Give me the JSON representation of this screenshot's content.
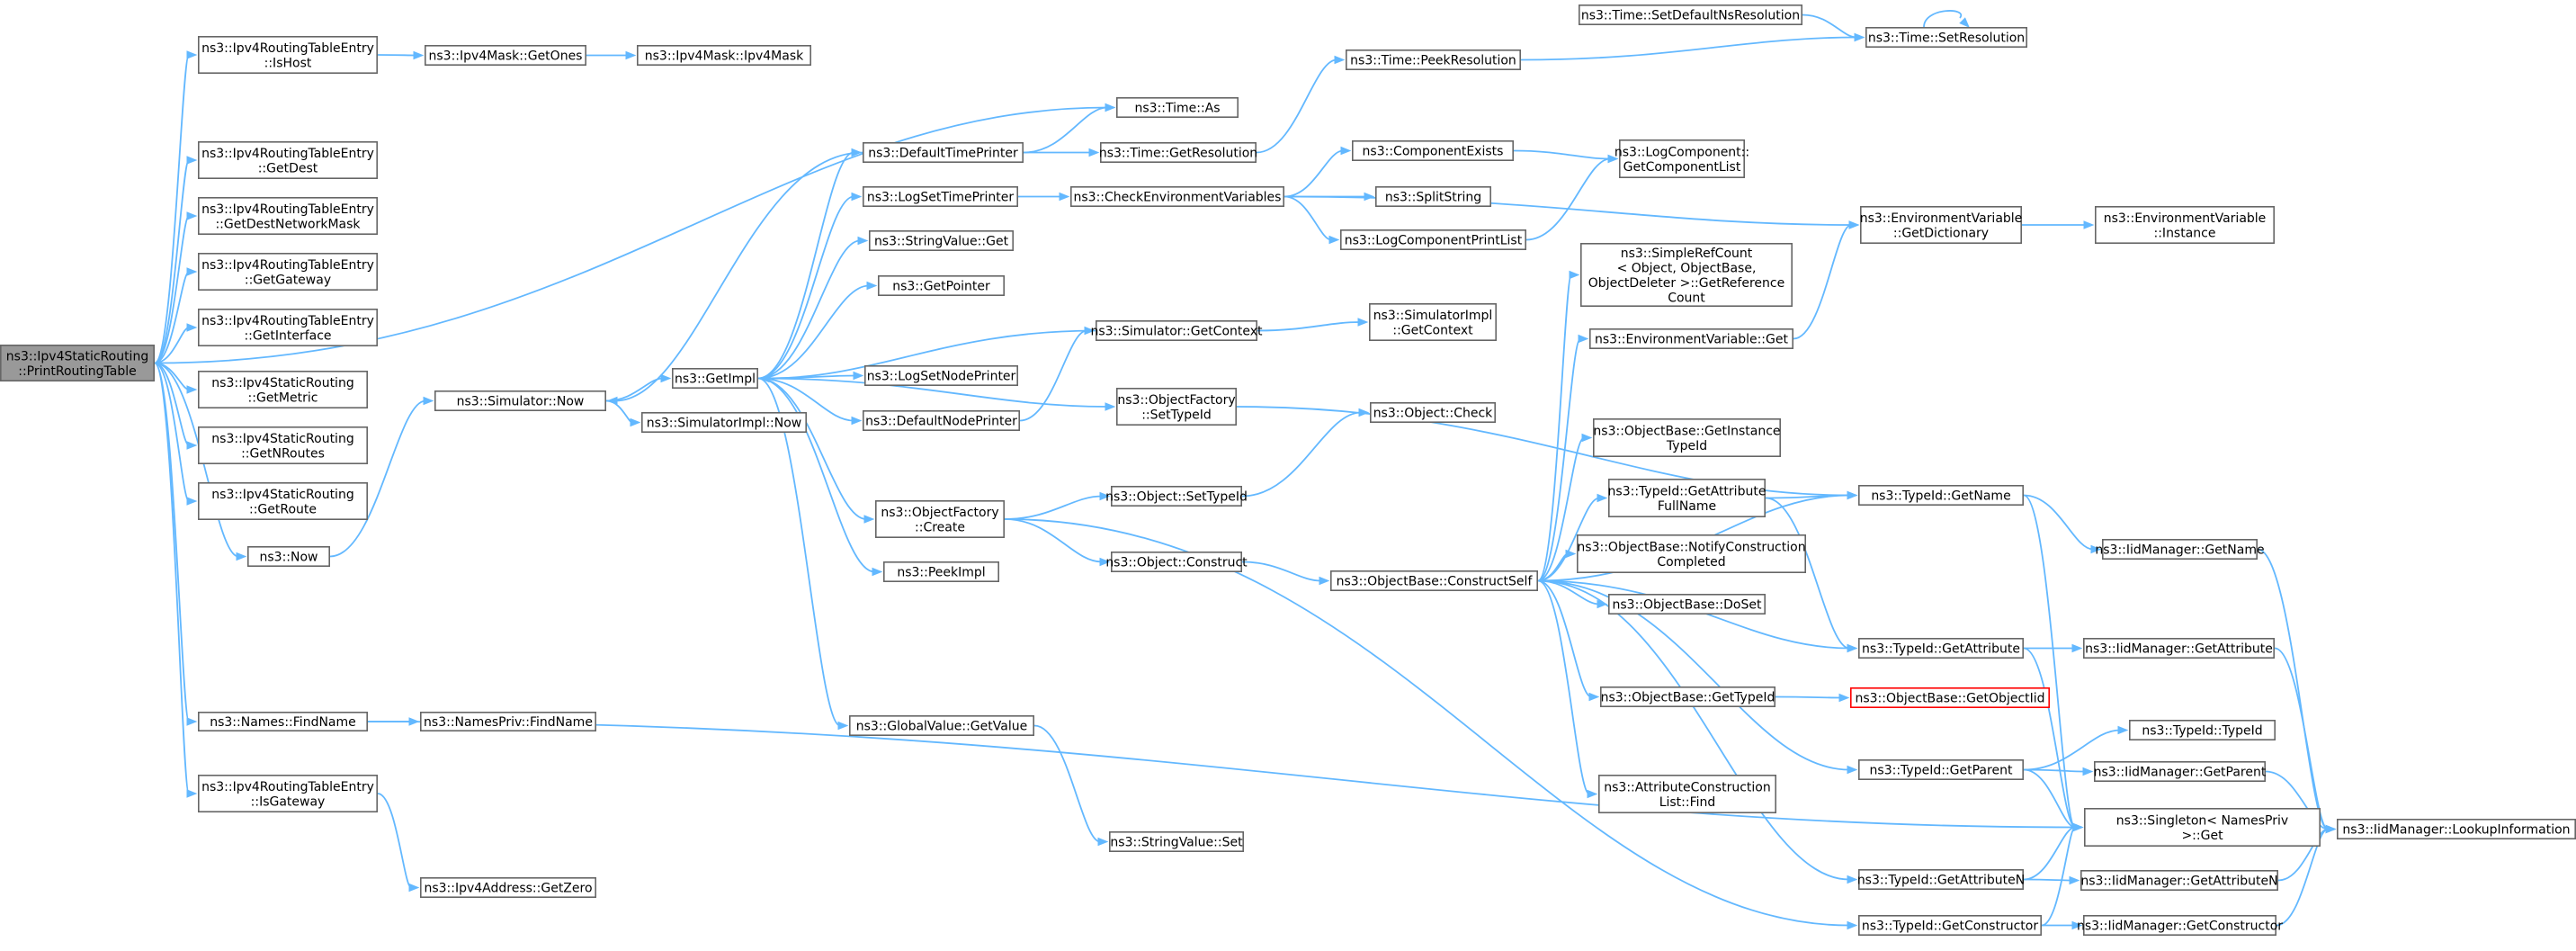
{
  "colors": {
    "edge": "#63b8ff",
    "node_border": "#666666",
    "root_fill": "#999999",
    "error_border": "#ff0000"
  },
  "nodes": [
    {
      "id": "root",
      "lines": [
        "ns3::Ipv4StaticRouting",
        "::PrintRoutingTable"
      ],
      "root": true
    },
    {
      "id": "isHost",
      "lines": [
        "ns3::Ipv4RoutingTableEntry",
        "::IsHost"
      ]
    },
    {
      "id": "getOnes",
      "lines": [
        "ns3::Ipv4Mask::GetOnes"
      ]
    },
    {
      "id": "ipv4mask",
      "lines": [
        "ns3::Ipv4Mask::Ipv4Mask"
      ]
    },
    {
      "id": "timeAs",
      "lines": [
        "ns3::Time::As"
      ]
    },
    {
      "id": "getDest",
      "lines": [
        "ns3::Ipv4RoutingTableEntry",
        "::GetDest"
      ]
    },
    {
      "id": "getDestMask",
      "lines": [
        "ns3::Ipv4RoutingTableEntry",
        "::GetDestNetworkMask"
      ]
    },
    {
      "id": "getGateway",
      "lines": [
        "ns3::Ipv4RoutingTableEntry",
        "::GetGateway"
      ]
    },
    {
      "id": "getInterface",
      "lines": [
        "ns3::Ipv4RoutingTableEntry",
        "::GetInterface"
      ]
    },
    {
      "id": "getMetric",
      "lines": [
        "ns3::Ipv4StaticRouting",
        "::GetMetric"
      ]
    },
    {
      "id": "getNRoutes",
      "lines": [
        "ns3::Ipv4StaticRouting",
        "::GetNRoutes"
      ]
    },
    {
      "id": "getRoute",
      "lines": [
        "ns3::Ipv4StaticRouting",
        "::GetRoute"
      ]
    },
    {
      "id": "now",
      "lines": [
        "ns3::Now"
      ]
    },
    {
      "id": "findName",
      "lines": [
        "ns3::Names::FindName"
      ]
    },
    {
      "id": "namesPrivFind",
      "lines": [
        "ns3::NamesPriv::FindName"
      ]
    },
    {
      "id": "isGateway",
      "lines": [
        "ns3::Ipv4RoutingTableEntry",
        "::IsGateway"
      ]
    },
    {
      "id": "getZero",
      "lines": [
        "ns3::Ipv4Address::GetZero"
      ]
    },
    {
      "id": "simNow",
      "lines": [
        "ns3::Simulator::Now"
      ]
    },
    {
      "id": "getImpl",
      "lines": [
        "ns3::GetImpl"
      ]
    },
    {
      "id": "simImplNow",
      "lines": [
        "ns3::SimulatorImpl::Now"
      ]
    },
    {
      "id": "defaultTimePrinter",
      "lines": [
        "ns3::DefaultTimePrinter"
      ]
    },
    {
      "id": "logSetTimePrinter",
      "lines": [
        "ns3::LogSetTimePrinter"
      ]
    },
    {
      "id": "stringValueGet",
      "lines": [
        "ns3::StringValue::Get"
      ]
    },
    {
      "id": "getPointer",
      "lines": [
        "ns3::GetPointer"
      ]
    },
    {
      "id": "logSetNodePrinter",
      "lines": [
        "ns3::LogSetNodePrinter"
      ]
    },
    {
      "id": "defaultNodePrinter",
      "lines": [
        "ns3::DefaultNodePrinter"
      ]
    },
    {
      "id": "objFactoryCreate",
      "lines": [
        "ns3::ObjectFactory",
        "::Create"
      ]
    },
    {
      "id": "peekImpl",
      "lines": [
        "ns3::PeekImpl"
      ]
    },
    {
      "id": "globalValueGet",
      "lines": [
        "ns3::GlobalValue::GetValue"
      ]
    },
    {
      "id": "stringValueSet",
      "lines": [
        "ns3::StringValue::Set"
      ]
    },
    {
      "id": "timeGetRes",
      "lines": [
        "ns3::Time::GetResolution"
      ]
    },
    {
      "id": "checkEnvVars",
      "lines": [
        "ns3::CheckEnvironmentVariables"
      ]
    },
    {
      "id": "simGetContext",
      "lines": [
        "ns3::Simulator::GetContext"
      ]
    },
    {
      "id": "objFactorySetTypeId",
      "lines": [
        "ns3::ObjectFactory",
        "::SetTypeId"
      ]
    },
    {
      "id": "objectSetTypeId",
      "lines": [
        "ns3::Object::SetTypeId"
      ]
    },
    {
      "id": "objectConstruct",
      "lines": [
        "ns3::Object::Construct"
      ]
    },
    {
      "id": "timePeekRes",
      "lines": [
        "ns3::Time::PeekResolution"
      ]
    },
    {
      "id": "setDefaultNsRes",
      "lines": [
        "ns3::Time::SetDefaultNsResolution"
      ]
    },
    {
      "id": "timeSetRes",
      "lines": [
        "ns3::Time::SetResolution"
      ]
    },
    {
      "id": "componentExists",
      "lines": [
        "ns3::ComponentExists"
      ]
    },
    {
      "id": "splitString",
      "lines": [
        "ns3::SplitString"
      ]
    },
    {
      "id": "logComponentPrintList",
      "lines": [
        "ns3::LogComponentPrintList"
      ]
    },
    {
      "id": "logComponentGetList",
      "lines": [
        "ns3::LogComponent::",
        "GetComponentList"
      ]
    },
    {
      "id": "simImplGetContext",
      "lines": [
        "ns3::SimulatorImpl",
        "::GetContext"
      ]
    },
    {
      "id": "objectCheck",
      "lines": [
        "ns3::Object::Check"
      ]
    },
    {
      "id": "simpleRefCount",
      "lines": [
        "ns3::SimpleRefCount",
        "< Object, ObjectBase,",
        "ObjectDeleter >::GetReference",
        "Count"
      ]
    },
    {
      "id": "envVarGet",
      "lines": [
        "ns3::EnvironmentVariable::Get"
      ]
    },
    {
      "id": "envVarGetDict",
      "lines": [
        "ns3::EnvironmentVariable",
        "::GetDictionary"
      ]
    },
    {
      "id": "envVarInstance",
      "lines": [
        "ns3::EnvironmentVariable",
        "::Instance"
      ]
    },
    {
      "id": "objBaseGetInstTid",
      "lines": [
        "ns3::ObjectBase::GetInstance",
        "TypeId"
      ]
    },
    {
      "id": "typeIdGetAttrFull",
      "lines": [
        "ns3::TypeId::GetAttribute",
        "FullName"
      ]
    },
    {
      "id": "objBaseNotify",
      "lines": [
        "ns3::ObjectBase::NotifyConstruction",
        "Completed"
      ]
    },
    {
      "id": "constructSelf",
      "lines": [
        "ns3::ObjectBase::ConstructSelf"
      ]
    },
    {
      "id": "objBaseDoSet",
      "lines": [
        "ns3::ObjectBase::DoSet"
      ]
    },
    {
      "id": "objBaseGetTypeId",
      "lines": [
        "ns3::ObjectBase::GetTypeId"
      ]
    },
    {
      "id": "objBaseGetObjectIid",
      "lines": [
        "ns3::ObjectBase::GetObjectIid"
      ],
      "red": true
    },
    {
      "id": "attrConstructFind",
      "lines": [
        "ns3::AttributeConstruction",
        "List::Find"
      ]
    },
    {
      "id": "typeIdGetName",
      "lines": [
        "ns3::TypeId::GetName"
      ]
    },
    {
      "id": "typeIdGetAttribute",
      "lines": [
        "ns3::TypeId::GetAttribute"
      ]
    },
    {
      "id": "typeIdGetParent",
      "lines": [
        "ns3::TypeId::GetParent"
      ]
    },
    {
      "id": "typeIdTypeId",
      "lines": [
        "ns3::TypeId::TypeId"
      ]
    },
    {
      "id": "singletonGet",
      "lines": [
        "ns3::Singleton< NamesPriv",
        ">::Get"
      ]
    },
    {
      "id": "typeIdGetAttributeN",
      "lines": [
        "ns3::TypeId::GetAttributeN"
      ]
    },
    {
      "id": "typeIdGetConstructor",
      "lines": [
        "ns3::TypeId::GetConstructor"
      ]
    },
    {
      "id": "iidGetName",
      "lines": [
        "ns3::IidManager::GetName"
      ]
    },
    {
      "id": "iidGetAttribute",
      "lines": [
        "ns3::IidManager::GetAttribute"
      ]
    },
    {
      "id": "iidGetParent",
      "lines": [
        "ns3::IidManager::GetParent"
      ]
    },
    {
      "id": "iidGetAttributeN",
      "lines": [
        "ns3::IidManager::GetAttributeN"
      ]
    },
    {
      "id": "iidGetConstructor",
      "lines": [
        "ns3::IidManager::GetConstructor"
      ]
    },
    {
      "id": "iidLookup",
      "lines": [
        "ns3::IidManager::LookupInformation"
      ]
    }
  ]
}
